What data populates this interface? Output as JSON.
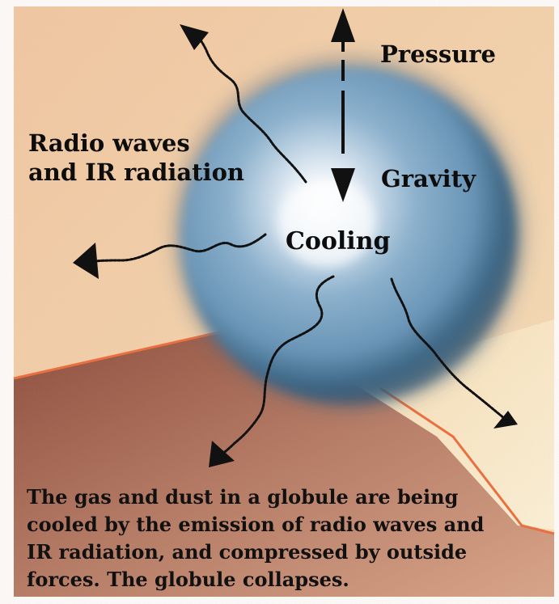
{
  "labels": {
    "pressure": "Pressure",
    "gravity": "Gravity",
    "cooling": "Cooling",
    "radio_line1": "Radio waves",
    "radio_line2": "and IR radiation"
  },
  "caption": {
    "line1": "The gas and dust in a globule are being",
    "line2": "cooled by the emission of radio waves and",
    "line3": "IR radiation, and compressed by outside",
    "line4": "forces.  The globule collapses."
  },
  "colors": {
    "background_top": "#f3cfa8",
    "background_light": "#fbeccb",
    "background_dark": "#9c5c4a",
    "edge_highlight": "#ee6b3a",
    "globule_outer": "#2c5470",
    "globule_mid": "#7fa6c4",
    "globule_core": "#ffffff"
  },
  "icons": [
    "double-headed-arrow-icon",
    "wavy-radiation-arrow-icon"
  ]
}
